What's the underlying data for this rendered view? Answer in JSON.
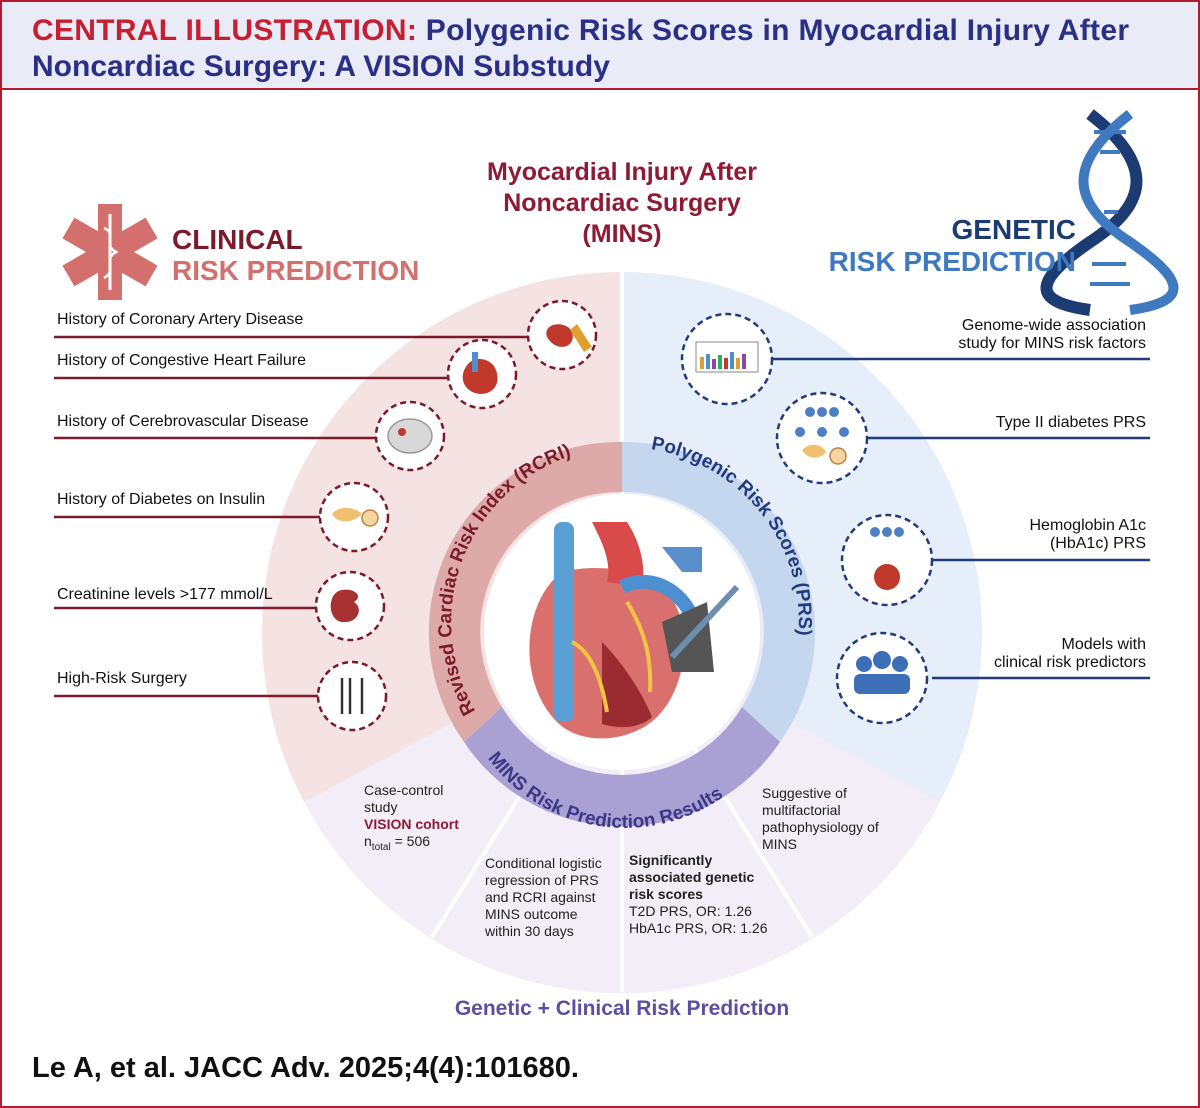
{
  "header": {
    "label": "CENTRAL ILLUSTRATION:",
    "title_line1": "Polygenic Risk Scores in Myocardial Injury After",
    "title_line2": "Noncardiac Surgery: A VISION Substudy"
  },
  "mins_title": {
    "line1": "Myocardial Injury After",
    "line2": "Noncardiac Surgery",
    "line3": "(MINS)"
  },
  "clinical": {
    "line1": "CLINICAL",
    "line2": "RISK PREDICTION",
    "items": [
      "History of Coronary Artery Disease",
      "History of Congestive Heart Failure",
      "History of Cerebrovascular Disease",
      "History of Diabetes on Insulin",
      "Creatinine levels >177 mmol/L",
      "High-Risk Surgery"
    ],
    "ring_label": "Revised Cardiac Risk Index (RCRI)"
  },
  "genetic": {
    "line1": "GENETIC",
    "line2": "RISK PREDICTION",
    "items": [
      {
        "l1": "Genome-wide association",
        "l2": "study for MINS risk factors"
      },
      {
        "l1": "Type II diabetes PRS",
        "l2": ""
      },
      {
        "l1": "Hemoglobin A1c",
        "l2": "(HbA1c) PRS"
      },
      {
        "l1": "Models with",
        "l2": "clinical risk predictors"
      }
    ],
    "ring_label": "Polygenic Risk Scores (PRS)"
  },
  "results": {
    "ring_label": "MINS Risk Prediction Results",
    "box1": {
      "l1": "Case-control",
      "l2": "study",
      "l3": "VISION cohort",
      "n_prefix": "n",
      "n_sub": "total",
      "n_value": " = 506"
    },
    "box2": [
      "Conditional logistic",
      "regression of PRS",
      "and RCRI against",
      "MINS outcome",
      "within 30 days"
    ],
    "box3": {
      "bold": [
        "Significantly",
        "associated genetic",
        "risk scores"
      ],
      "lines": [
        "T2D PRS, OR: 1.26",
        "HbA1c PRS, OR: 1.26"
      ]
    },
    "box4": [
      "Suggestive of",
      "multifactorial",
      "pathophysiology of",
      "MINS"
    ]
  },
  "bottom_caption": "Genetic + Clinical Risk Prediction",
  "citation": "Le A, et al. JACC Adv. 2025;4(4):101680.",
  "colors": {
    "frame_red": "#b31b2e",
    "title_blue": "#2b2f86",
    "clinical_pink": "#f3dfe0",
    "genetic_blue": "#e4ecf8",
    "results_purple": "#f1ecf5",
    "maroon": "#8e1a35",
    "navy": "#223b7a"
  },
  "icons": [
    "star-of-life-icon",
    "dna-helix-icon",
    "heart-icon",
    "scalpel-icon",
    "brain-icon",
    "pancreas-icon",
    "kidney-icon",
    "surgical-tools-icon",
    "gwas-plot-icon",
    "population-icon",
    "molecule-icon",
    "people-group-icon"
  ]
}
